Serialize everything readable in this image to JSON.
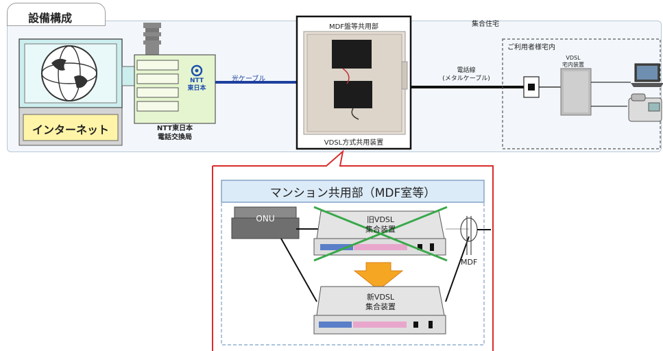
{
  "section_tab": "設備構成",
  "internet_label": "インターネット",
  "ntt_logo": "NTT\n東日本",
  "exchange_label": "NTT東日本\n電話交換局",
  "fiber_label": "光ケーブル",
  "mdf_top_label": "MDF盤等共用部",
  "mdf_bottom_label": "VDSL方式共用装置",
  "building_label": "集合住宅",
  "phone_line_label": "電話線\n(メタルケーブル)",
  "customer_label": "ご利用者様宅内",
  "vdsl_home_label": "VDSL\n宅内装置",
  "mansion_title": "マンション共用部（MDF室等）",
  "onu_label": "ONU",
  "old_device_label": "旧VDSL\n集合装置",
  "new_device_label": "新VDSL\n集合装置",
  "mdf_label": "MDF",
  "colors": {
    "fiber": "#1e3f9e",
    "callout_border": "#d92b2b",
    "title_bar": "#dcebf8",
    "cross": "#3aa84a",
    "arrow": "#f5a623",
    "globe_panel": "#cdeeee",
    "internet_button": "#fff4a8"
  }
}
